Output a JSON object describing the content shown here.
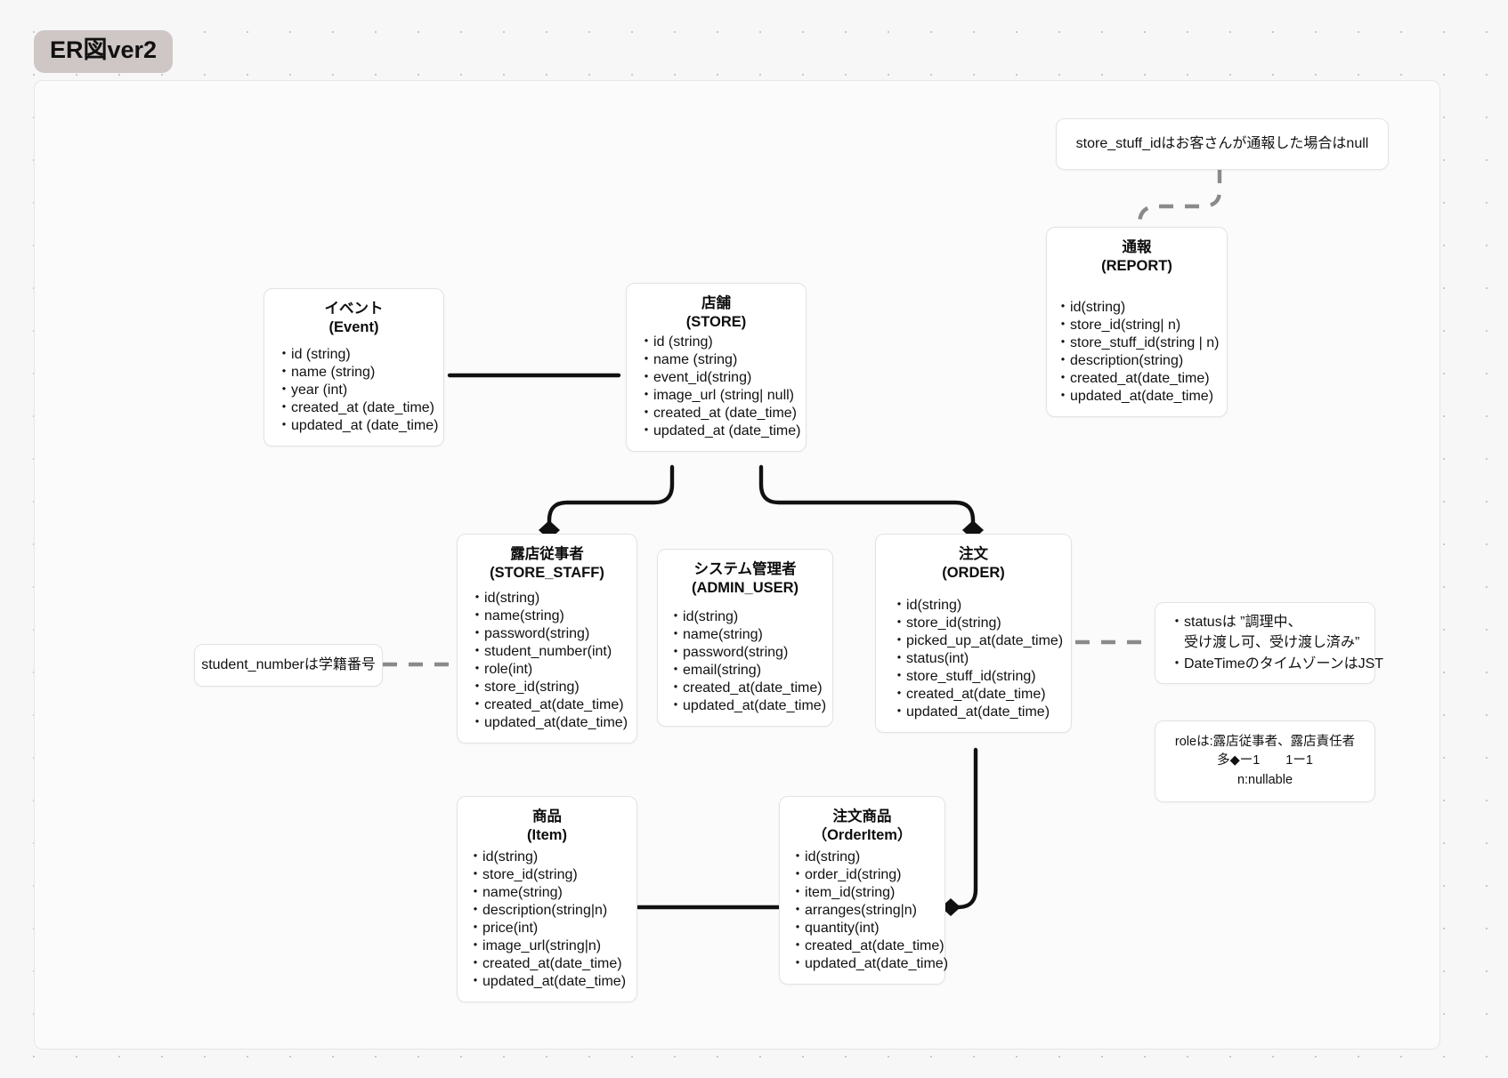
{
  "title": "ER図ver2",
  "entities": [
    {
      "key": "event",
      "name_ja": "イベント",
      "name_en": "(Event)",
      "fields": [
        {
          "text": "id (string)",
          "accent": false
        },
        {
          "text": "name (string)",
          "accent": false
        },
        {
          "text": "year (int)",
          "accent": true
        },
        {
          "text": "created_at (date_time)",
          "accent": true
        },
        {
          "text": "updated_at (date_time)",
          "accent": true
        }
      ]
    },
    {
      "key": "store",
      "name_ja": "店舗",
      "name_en": "(STORE)",
      "fields": [
        {
          "text": "id (string)",
          "accent": false
        },
        {
          "text": "name (string)",
          "accent": false
        },
        {
          "text": "event_id(string)",
          "accent": false
        },
        {
          "text": "image_url (string| null)",
          "accent": true
        },
        {
          "text": "created_at (date_time)",
          "accent": true
        },
        {
          "text": "updated_at (date_time)",
          "accent": true
        }
      ]
    },
    {
      "key": "report",
      "name_ja": "通報",
      "name_en": "(REPORT)",
      "fields": [
        {
          "text": "id(string)",
          "accent": false
        },
        {
          "text": "store_id(string| n)",
          "accent": false
        },
        {
          "text": "store_stuff_id(string | n)",
          "accent": false
        },
        {
          "text": "description(string)",
          "accent": false
        },
        {
          "text": "created_at",
          "tail": "(date_time)",
          "accent": true
        },
        {
          "text": "updated_at",
          "tail": "(date_time)",
          "accent": true
        }
      ]
    },
    {
      "key": "store_staff",
      "name_ja": "露店従事者",
      "name_en": "(STORE_STAFF)",
      "fields": [
        {
          "text": "id(string)",
          "accent": false
        },
        {
          "text": "name(string)",
          "accent": false
        },
        {
          "text": "password(string)",
          "accent": false
        },
        {
          "text": "student_number(int)",
          "accent": false
        },
        {
          "text": "role(int)",
          "accent": false
        },
        {
          "text": "store_id(string)",
          "accent": false
        },
        {
          "text": "created_at",
          "tail": "(date_time)",
          "accent": true
        },
        {
          "text": "updated_at",
          "tail": "(date_time)",
          "accent": true
        }
      ]
    },
    {
      "key": "admin_user",
      "name_ja": "システム管理者",
      "name_en": "(ADMIN_USER)",
      "fields": [
        {
          "text": "id(string)",
          "accent": false
        },
        {
          "text": "name(string)",
          "accent": false
        },
        {
          "text": "password(string)",
          "accent": false
        },
        {
          "text": "email(string)",
          "accent": false
        },
        {
          "text": "created_at",
          "tail": "(date_time)",
          "accent": true
        },
        {
          "text": "updated_at",
          "tail": "(date_time)",
          "accent": true
        }
      ]
    },
    {
      "key": "order",
      "name_ja": "注文",
      "name_en": "(ORDER)",
      "fields": [
        {
          "text": "id(string)",
          "accent": false
        },
        {
          "text": "store_id(string)",
          "accent": false
        },
        {
          "text": "picked_up_at(date_time)",
          "accent": false
        },
        {
          "text": "status(int)",
          "accent": false
        },
        {
          "text": "store_stuff_id(string)",
          "accent": false
        },
        {
          "text": "created_at",
          "tail": "(date_time)",
          "accent": true
        },
        {
          "text": "updated_at",
          "tail": "(date_time)",
          "accent": true
        }
      ]
    },
    {
      "key": "item",
      "name_ja": "商品",
      "name_en": "(Item)",
      "fields": [
        {
          "text": "id(string)",
          "accent": false
        },
        {
          "text": "store_id(string)",
          "accent": false
        },
        {
          "text": "name(string)",
          "accent": false
        },
        {
          "text": "description(string|n)",
          "accent": false
        },
        {
          "text": "price(int)",
          "accent": false
        },
        {
          "text": "image_url(string|n)",
          "accent": true
        },
        {
          "text": "created_at",
          "tail": "(date_time)",
          "accent": true
        },
        {
          "text": "updated_at",
          "tail": "(date_time)",
          "accent": true
        }
      ]
    },
    {
      "key": "order_item",
      "name_ja": "注文商品",
      "name_en": "（OrderItem）",
      "fields": [
        {
          "text": "id(string)",
          "accent": false
        },
        {
          "text": "order_id(string)",
          "accent": false
        },
        {
          "text": "item_id(string)",
          "accent": false
        },
        {
          "text": "arranges(string|n)",
          "accent": false
        },
        {
          "text": "quantity(int)",
          "accent": false
        },
        {
          "text": "created_at(date_time)",
          "accent": true
        },
        {
          "text": "updated_at(date_time)",
          "accent": true
        }
      ]
    }
  ],
  "notes": {
    "report_note": [
      "store_stuff_idはお客さんが通報した場合はnull"
    ],
    "student_note": [
      "student_numberは学籍番号"
    ],
    "status_note": [
      "・statusは ”調理中、",
      "　受け渡し可、受け渡し済み”",
      "・DateTimeのタイムゾーンはJST"
    ],
    "role_note": [
      "roleは:露店従事者、露店責任者",
      "多◆ー1　　1ー1",
      "n:nullable"
    ]
  },
  "colors": {
    "accent": "#8b3dff",
    "edge": "#111111",
    "dashed_edge": "#8a8a8a",
    "title_chip_bg": "#cfc6c6",
    "canvas_bg": "#fbfbfb",
    "page_bg": "#f7f7f7"
  }
}
